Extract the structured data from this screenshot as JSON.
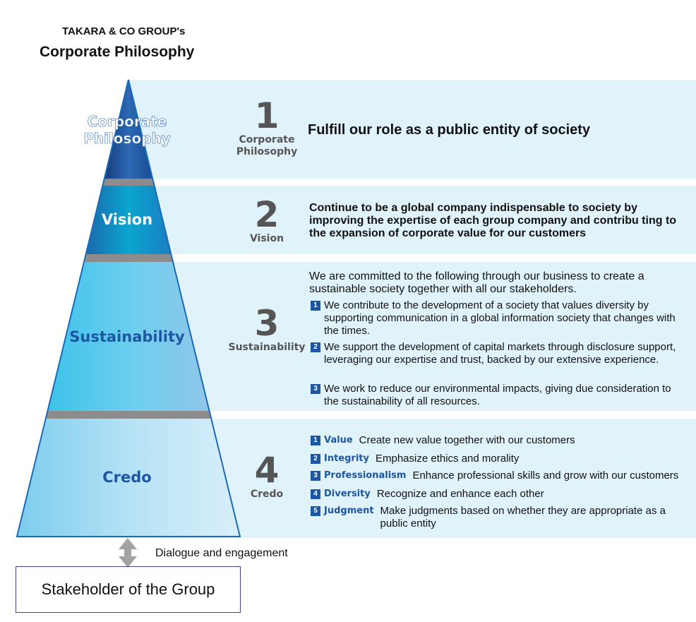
{
  "header": {
    "subtitle": "TAKARA & CO GROUP's",
    "title": "Corporate Philosophy"
  },
  "pyramid": {
    "tier1_label": "Corporate\nPhilosophy",
    "tier2_label": "Vision",
    "tier3_label": "Sustainability",
    "tier4_label": "Credo"
  },
  "sections": {
    "s1": {
      "number": "1",
      "caption": "Corporate\nPhilosophy",
      "text": "Fulfill our role as a public entity of society"
    },
    "s2": {
      "number": "2",
      "caption": "Vision",
      "text": "Continue to be a global company indispensable to society by improving the expertise of each group company and contribu ting to the expansion of corporate value for our customers"
    },
    "s3": {
      "number": "3",
      "caption": "Sustainability",
      "intro": "We are committed to the following through our business to create a sustainable society together with all our stakeholders.",
      "items": [
        {
          "n": "1",
          "text": "We contribute to the development of a society that values diversity by supporting communication in a global information society that changes with the times."
        },
        {
          "n": "2",
          "text": "We support the development of capital markets through disclosure support, leveraging our expertise and trust, backed by our extensive experience."
        },
        {
          "n": "3",
          "text": "We work to reduce our environmental impacts, giving due consideration to the sustainability of all resources."
        }
      ]
    },
    "s4": {
      "number": "4",
      "caption": "Credo",
      "items": [
        {
          "n": "1",
          "keyword": "Value",
          "text": "Create new value together with our customers"
        },
        {
          "n": "2",
          "keyword": "Integrity",
          "text": "Emphasize ethics and morality"
        },
        {
          "n": "3",
          "keyword": "Professionalism",
          "text": "Enhance professional skills and grow with our customers"
        },
        {
          "n": "4",
          "keyword": "Diversity",
          "text": "Recognize and enhance each other"
        },
        {
          "n": "5",
          "keyword": "Judgment",
          "text": "Make judgments based on whether they are appropriate as a public entity"
        }
      ]
    }
  },
  "footer": {
    "dialogue": "Dialogue and engagement",
    "stakeholder": "Stakeholder of the Group"
  },
  "colors": {
    "band_bg": "#e1f3fa",
    "accent_blue": "#1d56a2",
    "number_gray": "#555555",
    "separator_gray": "#8c8c8c"
  }
}
